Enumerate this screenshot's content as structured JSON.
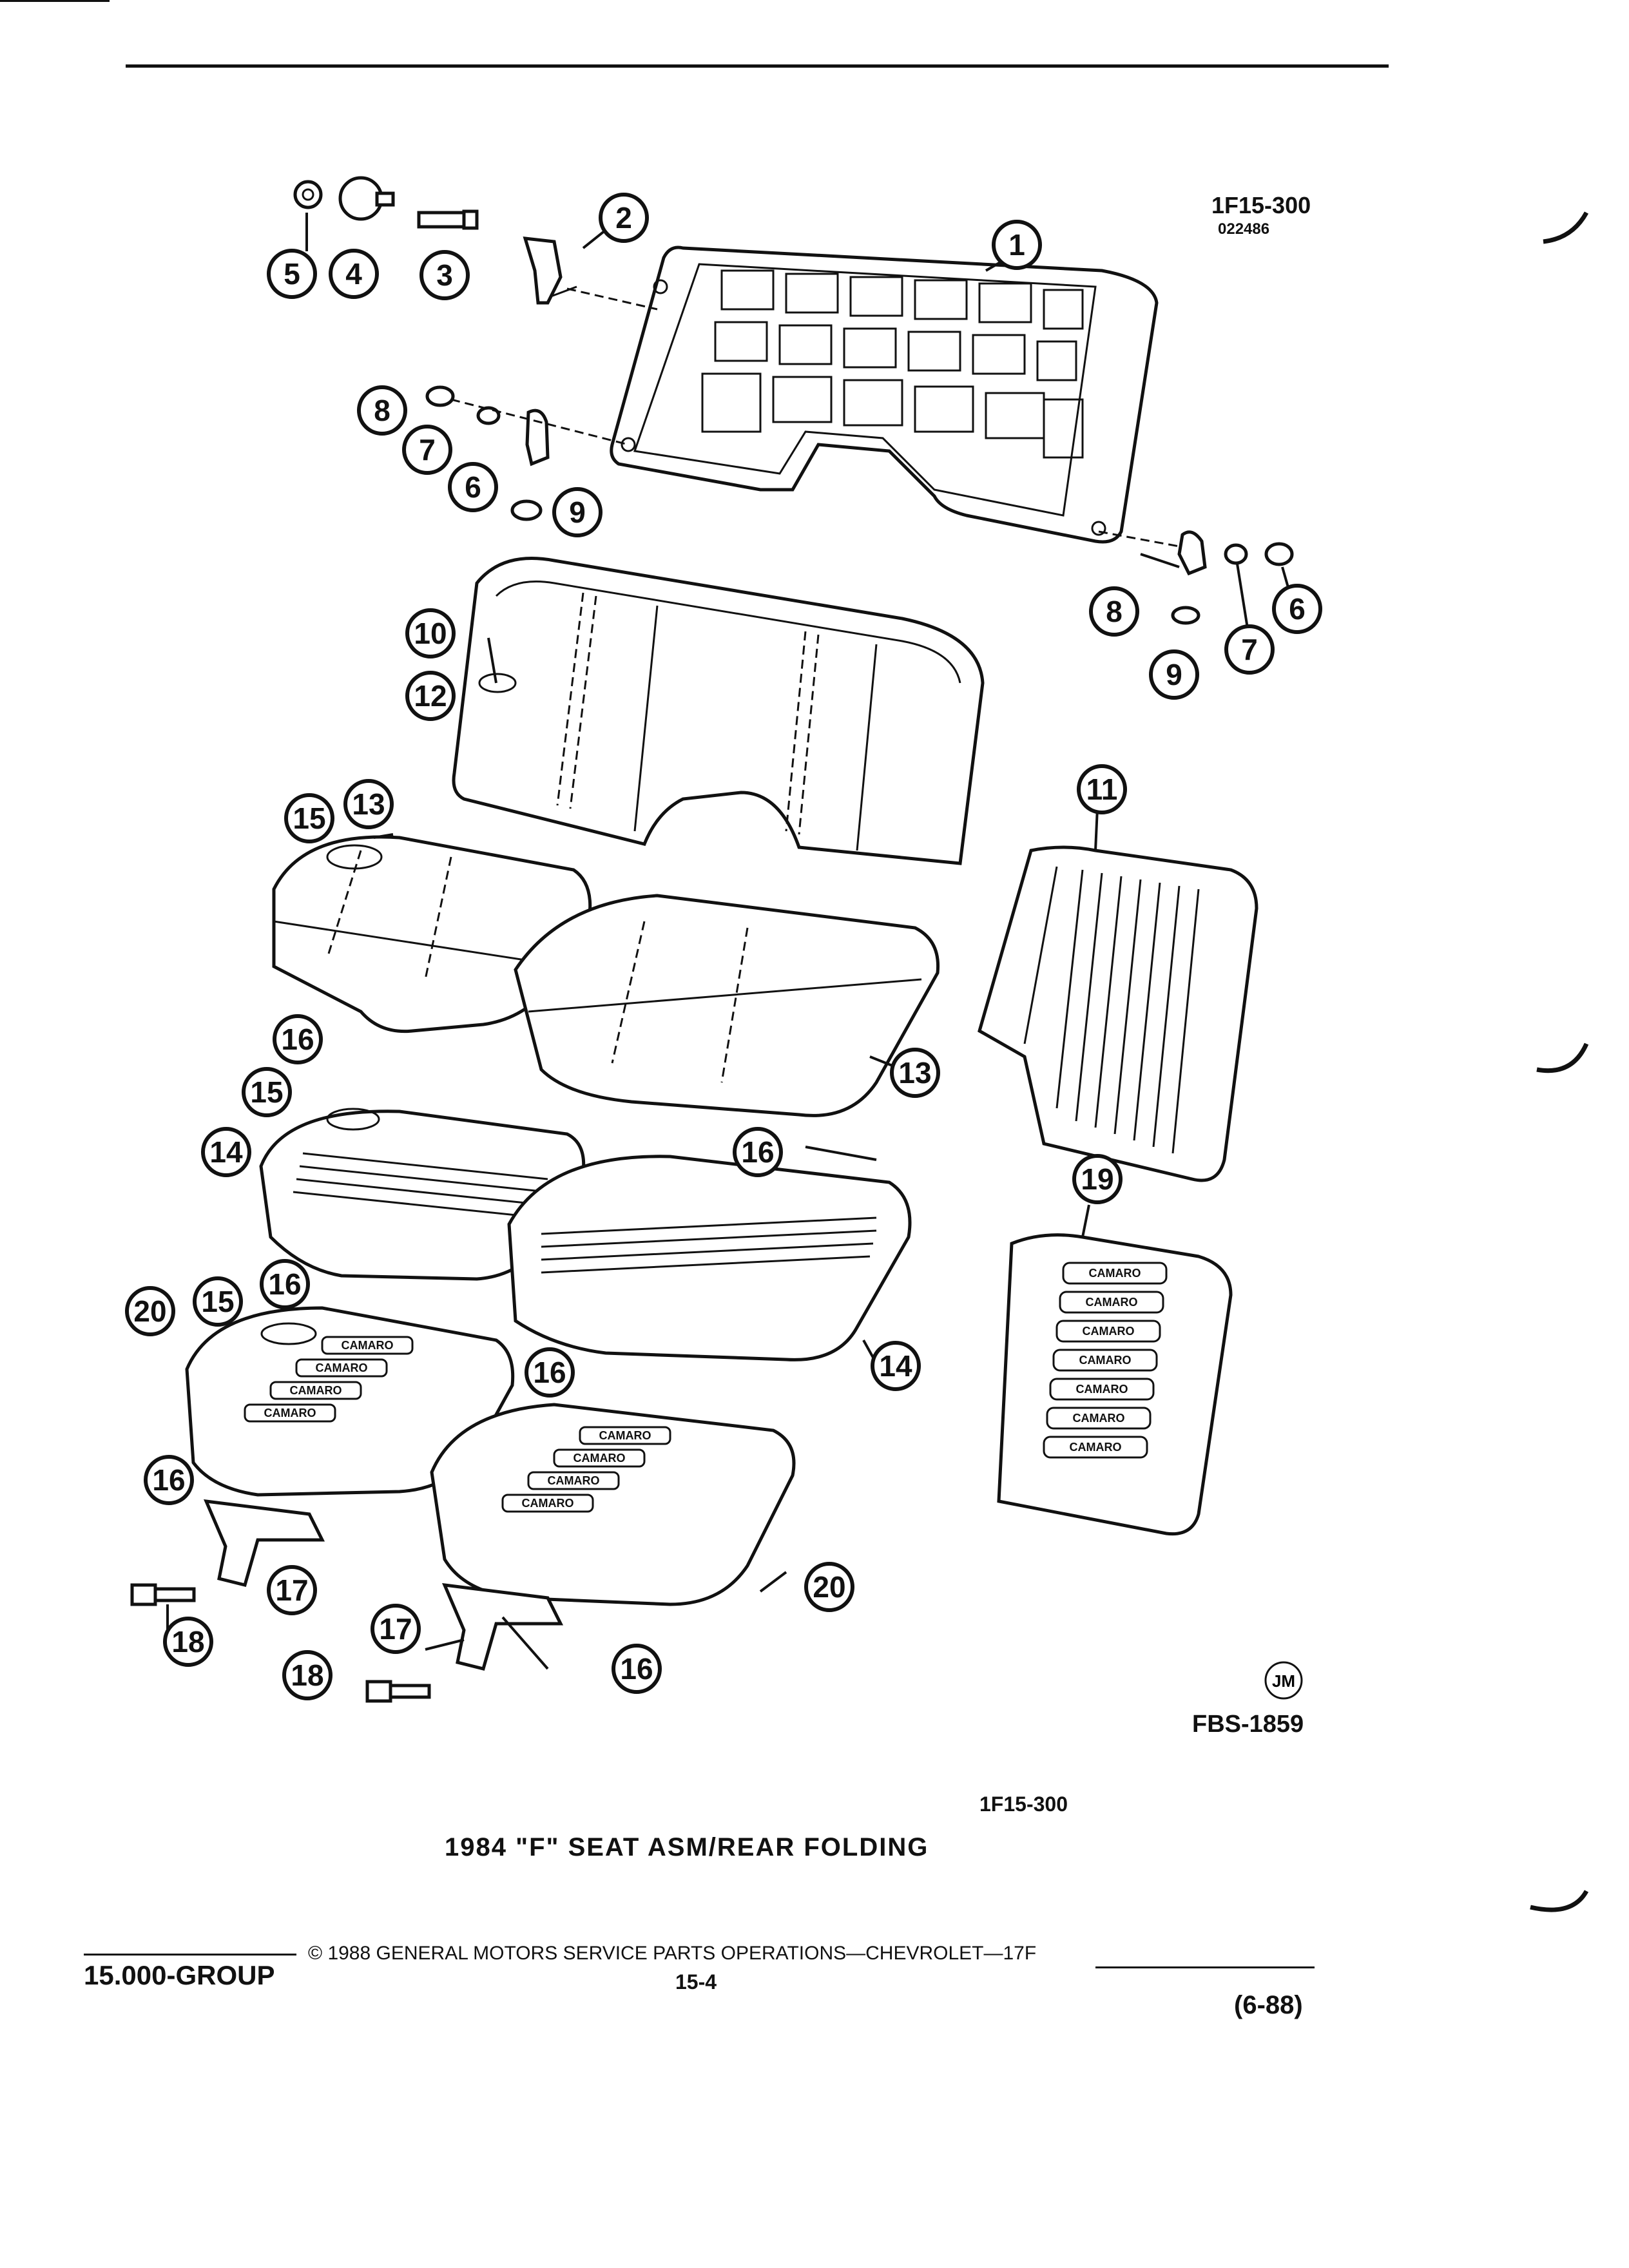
{
  "header": {
    "diagram_code": "1F15-300",
    "diagram_date": "022486"
  },
  "callouts": {
    "c1": "1",
    "c2": "2",
    "c3": "3",
    "c4": "4",
    "c5": "5",
    "c6a": "6",
    "c6b": "6",
    "c7a": "7",
    "c7b": "7",
    "c8a": "8",
    "c8b": "8",
    "c9a": "9",
    "c9b": "9",
    "c10": "10",
    "c11": "11",
    "c12": "12",
    "c13a": "13",
    "c13b": "13",
    "c14a": "14",
    "c14b": "14",
    "c15a": "15",
    "c15b": "15",
    "c15c": "15",
    "c16a": "16",
    "c16b": "16",
    "c16c": "16",
    "c16d": "16",
    "c16e": "16",
    "c16f": "16",
    "c17a": "17",
    "c17b": "17",
    "c18a": "18",
    "c18b": "18",
    "c19": "19",
    "c20a": "20",
    "c20b": "20"
  },
  "seat_emblem_text": "CAMARO",
  "artist_mark": "JM",
  "figure_code": "FBS-1859",
  "caption": {
    "code": "1F15-300",
    "title": "1984 \"F\" SEAT ASM/REAR FOLDING"
  },
  "footer": {
    "group": "15.000-GROUP",
    "copyright": "© 1988 GENERAL MOTORS SERVICE PARTS OPERATIONS—CHEVROLET—17F",
    "page_number": "15-4",
    "revision": "(6-88)"
  }
}
